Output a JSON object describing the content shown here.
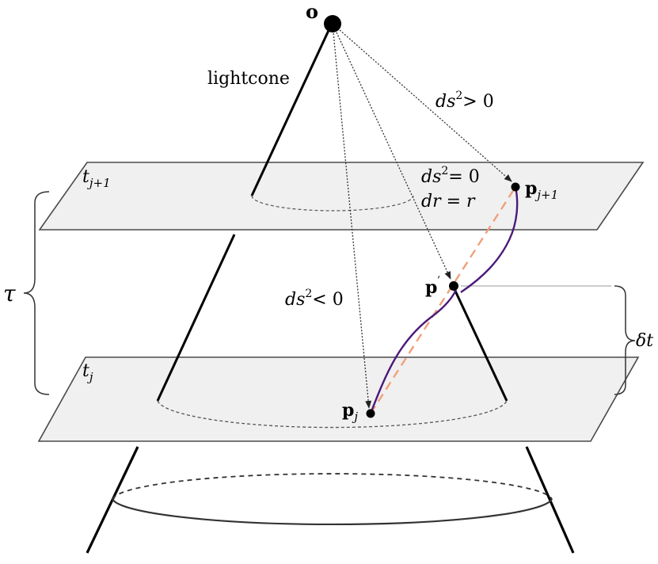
{
  "labels": {
    "origin": "o",
    "lightcone": "lightcone",
    "plane_top": {
      "var": "t",
      "sub": "j+1"
    },
    "plane_bottom": {
      "var": "t",
      "sub": "j"
    },
    "timelike": {
      "lhs": "ds",
      "sup": "2",
      "rel": "< 0"
    },
    "spacelike": {
      "lhs": "ds",
      "sup": "2",
      "rel": "> 0"
    },
    "null": {
      "lhs": "ds",
      "sup": "2",
      "rel": "= 0"
    },
    "dr": "dr = r",
    "p_next": {
      "var": "p",
      "sub": "j+1"
    },
    "p_prime": {
      "var": "p",
      "sup": "′"
    },
    "p_current": {
      "var": "p",
      "sub": "j"
    },
    "tau": "τ",
    "delta_t": "δt"
  },
  "colors": {
    "plane_fill": "#f0f0f0",
    "plane_stroke": "#4a4a4a",
    "cone": "#000000",
    "arrow": "#333333",
    "trajectory": "#4b1a7a",
    "straight_path": "#f0a07a"
  }
}
